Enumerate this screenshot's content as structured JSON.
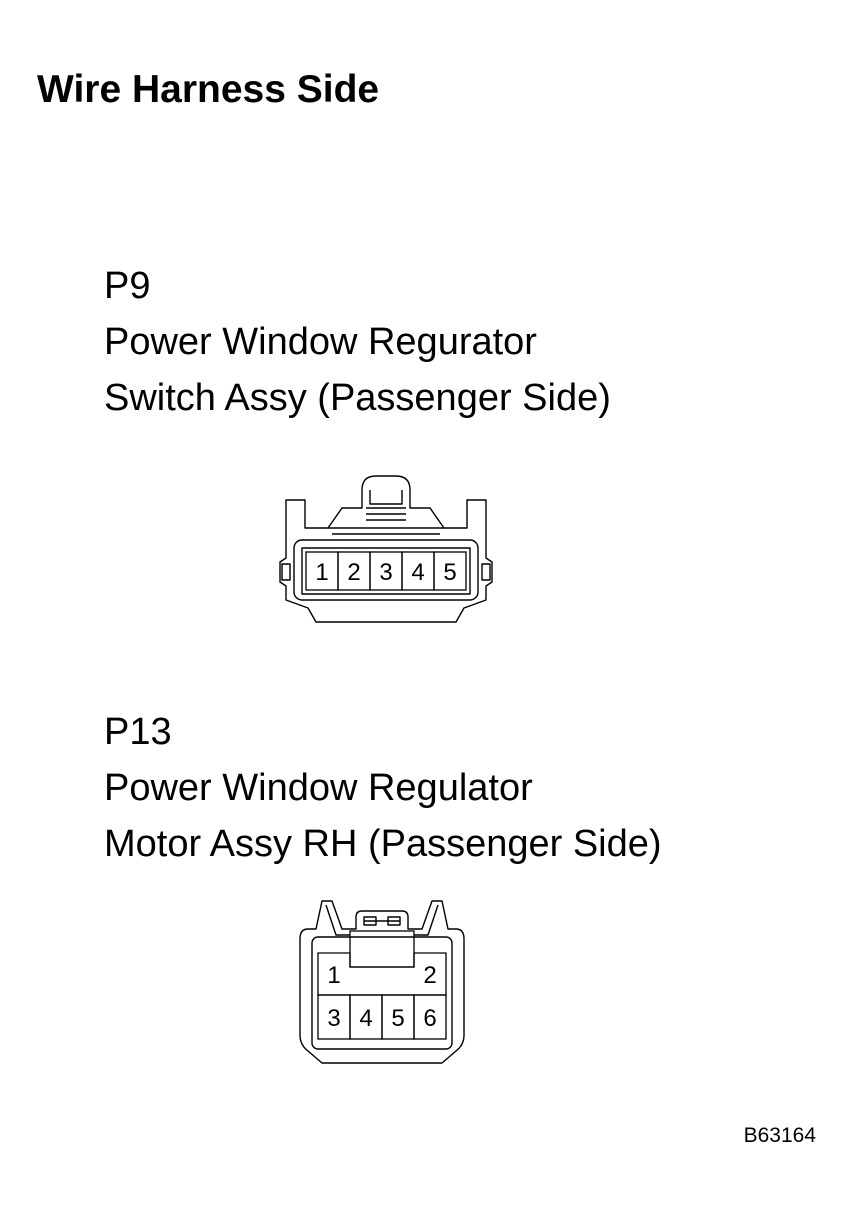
{
  "title": "Wire Harness Side",
  "connectors": [
    {
      "id": "P9",
      "name_lines": [
        "Power Window Regurator",
        "Switch Assy (Passenger Side)"
      ],
      "pins": [
        "1",
        "2",
        "3",
        "4",
        "5"
      ]
    },
    {
      "id": "P13",
      "name_lines": [
        "Power Window Regulator",
        "Motor Assy RH (Passenger Side)"
      ],
      "pins_top": [
        "1",
        "2"
      ],
      "pins_bottom": [
        "3",
        "4",
        "5",
        "6"
      ]
    }
  ],
  "figure_code": "B63164"
}
